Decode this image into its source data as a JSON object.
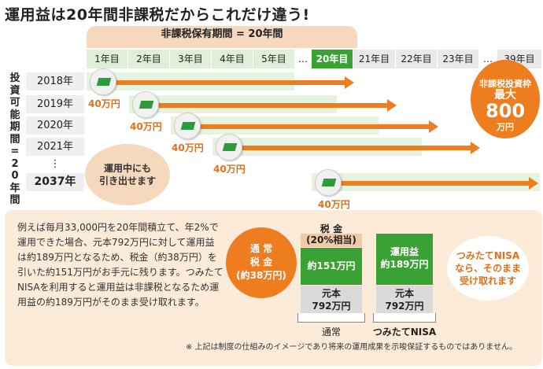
{
  "title": "運用益は20年間非課税だからこれだけ違う!",
  "period_header": "非課税保有期間 = 20年間",
  "years": [
    "1年目",
    "2年目",
    "3年目",
    "4年目",
    "5年目",
    "…",
    "20年目",
    "21年目",
    "22年目",
    "23年目",
    "…",
    "39年目"
  ],
  "vertical_label": "投資可能期間=20年間",
  "rows": [
    "2018年",
    "2019年",
    "2020年",
    "2021年",
    "⋮",
    "2037年"
  ],
  "annual_amount": "40万円",
  "withdraw_note": {
    "line1": "運用中にも",
    "line2": "引き出せます"
  },
  "total_limit": {
    "line1": "非課税投資枠",
    "line2": "最大",
    "line3": "800",
    "line4": "万円"
  },
  "description": "例えば毎月33,000円を20年間積立て、年2%で運用できた場合、元本792万円に対して運用益は約189万円となるため、税金（約38万円）を引いた約151万円がお手元に残ります。つみたてNISAを利用すると運用益は非課税となるため運用益の約189万円がそのまま受け取れます。",
  "tax_circle": {
    "line1": "通 常",
    "line2": "税 金",
    "line3": "(約38万円)"
  },
  "normal": {
    "tax_label": "税 金",
    "tax_rate": "(20%相当)",
    "profit": "約151万円",
    "principal_line1": "元本",
    "principal_line2": "792万円",
    "caption": "通常"
  },
  "nisa": {
    "profit_line1": "運用益",
    "profit_line2": "約189万円",
    "principal_line1": "元本",
    "principal_line2": "792万円",
    "caption": "つみたてNISA"
  },
  "nisa_circle": {
    "line1": "つみたてNISA",
    "line2": "なら、そのまま",
    "line3": "受け取れます"
  },
  "footnote": "※ 上記は制度の仕組みのイメージであり将来の運用成果を示唆保証するものではありません。"
}
